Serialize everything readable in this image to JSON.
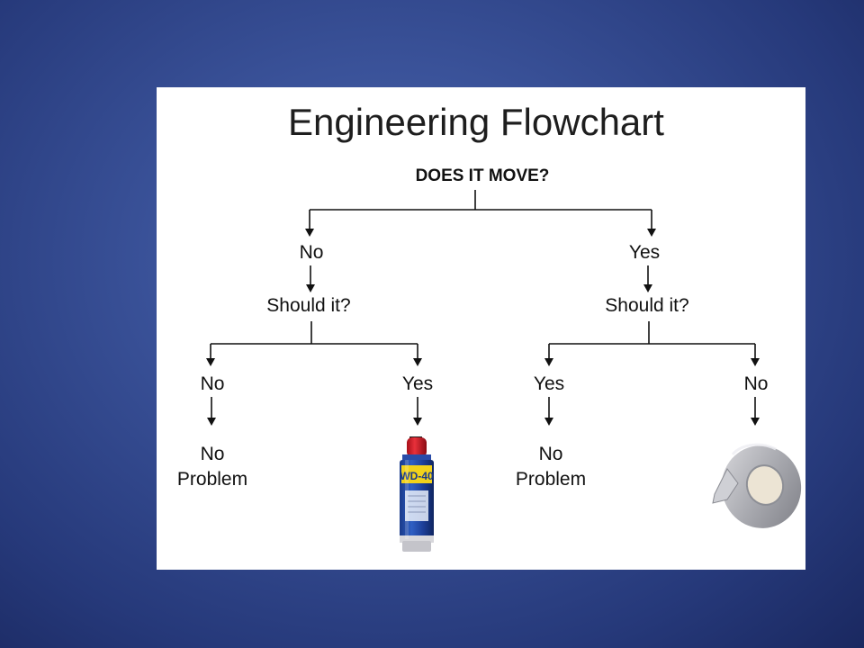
{
  "diagram": {
    "title": "Engineering Flowchart",
    "root_question": "DOES IT MOVE?",
    "left_branch": {
      "answer": "No",
      "question": "Should it?",
      "outcome_left": {
        "answer": "No",
        "result_line1": "No",
        "result_line2": "Problem"
      },
      "outcome_right": {
        "answer": "Yes",
        "result_image": "wd-40-spray-can",
        "can_label": "WD-40"
      }
    },
    "right_branch": {
      "answer": "Yes",
      "question": "Should it?",
      "outcome_left": {
        "answer": "Yes",
        "result_line1": "No",
        "result_line2": "Problem"
      },
      "outcome_right": {
        "answer": "No",
        "result_image": "duct-tape-roll"
      }
    }
  },
  "colors": {
    "background": "#3a5299",
    "panel": "#ffffff",
    "ink": "#111111"
  }
}
